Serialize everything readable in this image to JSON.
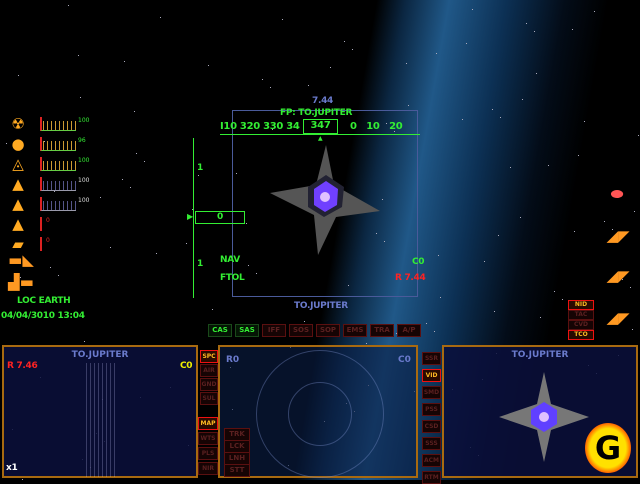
{
  "status": {
    "rows": [
      {
        "icon": "radiation-icon",
        "value": "100"
      },
      {
        "icon": "sun-icon",
        "value": "96"
      },
      {
        "icon": "shield-triangle-icon",
        "value": "100"
      },
      {
        "icon": "triangle-icon",
        "value": "100"
      },
      {
        "icon": "striped-triangle-icon",
        "value": "100"
      },
      {
        "icon": "cone-icon",
        "value": "0"
      },
      {
        "icon": "capsule-icon",
        "value": "0"
      }
    ],
    "location": "LOC EARTH",
    "datetime": "04/04/3010 13:04"
  },
  "hud": {
    "speed": "7.44",
    "flight_plan": "FP: TO.JUPITER",
    "heading_tape": "I10 320 330 34",
    "heading": "347",
    "heading_tape_right": "0   10   20",
    "ladder_top": "1",
    "ladder_bottom": "1",
    "altitude": "0",
    "mode1": "NAV",
    "mode2": "FTOL",
    "co": "C0",
    "range": "R 7.44",
    "target": "TO.JUPITER"
  },
  "systems": [
    {
      "label": "CAS",
      "on": true
    },
    {
      "label": "SAS",
      "on": true
    },
    {
      "label": "IFF"
    },
    {
      "label": "SOS"
    },
    {
      "label": "SOP"
    },
    {
      "label": "EMS"
    },
    {
      "label": "TRA"
    },
    {
      "label": "A/P"
    }
  ],
  "left_panel": {
    "title": "TO.JUPITER",
    "range": "R 7.46",
    "co": "C0",
    "zoom": "x1",
    "buttons_top": [
      "SPC",
      "AIR",
      "GND",
      "SUL"
    ],
    "buttons_bottom": [
      "MAP",
      "WTS",
      "PLS",
      "NIR"
    ]
  },
  "mid_panel": {
    "r": "R0",
    "c": "C0",
    "buttons": [
      "TRK",
      "LCK",
      "LNH",
      "STT"
    ]
  },
  "right_panel": {
    "title": "TO.JUPITER",
    "buttons": [
      "SSR",
      "VID",
      "SMD",
      "PSS",
      "CSD",
      "SSS",
      "ACM",
      "RTM"
    ]
  },
  "right_side": {
    "buttons": [
      "NID",
      "TAC",
      "CVD",
      "TCO"
    ]
  },
  "logo": "G",
  "colors": {
    "hud_green": "#33ee33",
    "alert_red": "#ff2222",
    "panel_border": "#a86a10",
    "hud_frame": "#4a5a9a"
  }
}
